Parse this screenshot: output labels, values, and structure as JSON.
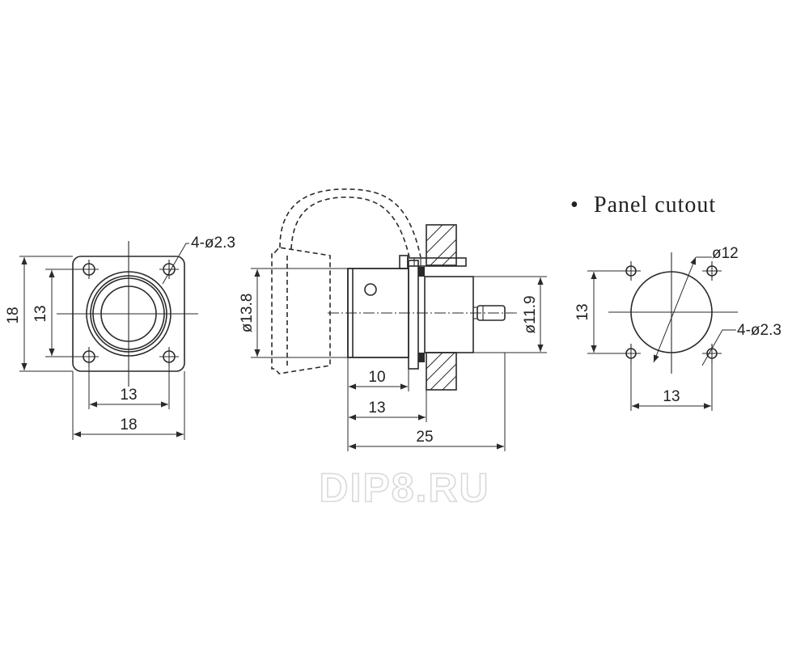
{
  "watermark": "DIP8.RU",
  "front_view": {
    "hole_callout": "4-ø2.3",
    "height_outer": "18",
    "height_inner": "13",
    "width_inner": "13",
    "width_outer": "18"
  },
  "side_view": {
    "cap_diameter": "ø13.8",
    "body_diameter": "ø11.9",
    "len_10": "10",
    "len_13": "13",
    "len_25": "25"
  },
  "panel_cutout": {
    "bullet": "•",
    "title": "Panel cutout",
    "diameter": "ø12",
    "height": "13",
    "hole_callout": "4-ø2.3",
    "width": "13"
  }
}
